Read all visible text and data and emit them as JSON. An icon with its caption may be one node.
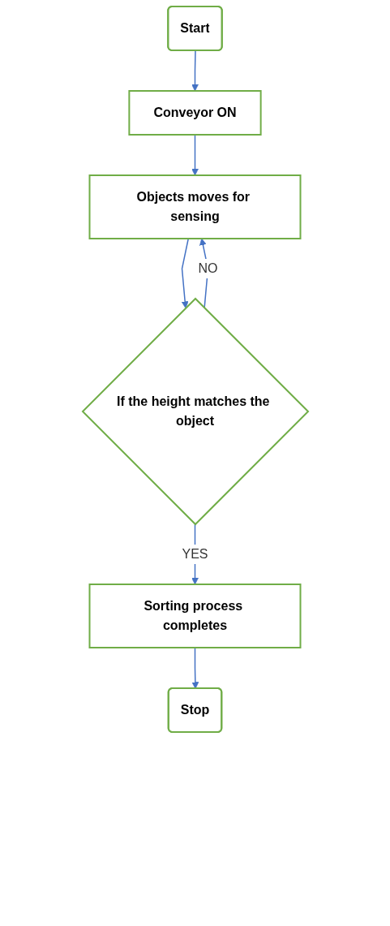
{
  "diagram": {
    "nodes": [
      {
        "text": [
          "Start"
        ]
      },
      {
        "text": [
          "Conveyor ON"
        ]
      },
      {
        "text": [
          "Objects moves for sensing"
        ]
      },
      {
        "text": [
          "If the height matches the object"
        ]
      },
      {
        "text": [
          "Sorting process completes"
        ]
      },
      {
        "text": [
          "Stop"
        ]
      }
    ],
    "edges": [
      {
        "from": 0,
        "to": 1,
        "arrow": "to"
      },
      {
        "from": 1,
        "to": 2,
        "arrow": "to"
      },
      {
        "from": 2,
        "to": 3,
        "arrow": "to"
      },
      {
        "from": 3,
        "to": 4,
        "arrow": "to",
        "label": "YES"
      },
      {
        "from": 3,
        "to": 2,
        "arrow": "to",
        "label": "NO"
      },
      {
        "from": 4,
        "to": 5,
        "arrow": "to"
      }
    ]
  }
}
